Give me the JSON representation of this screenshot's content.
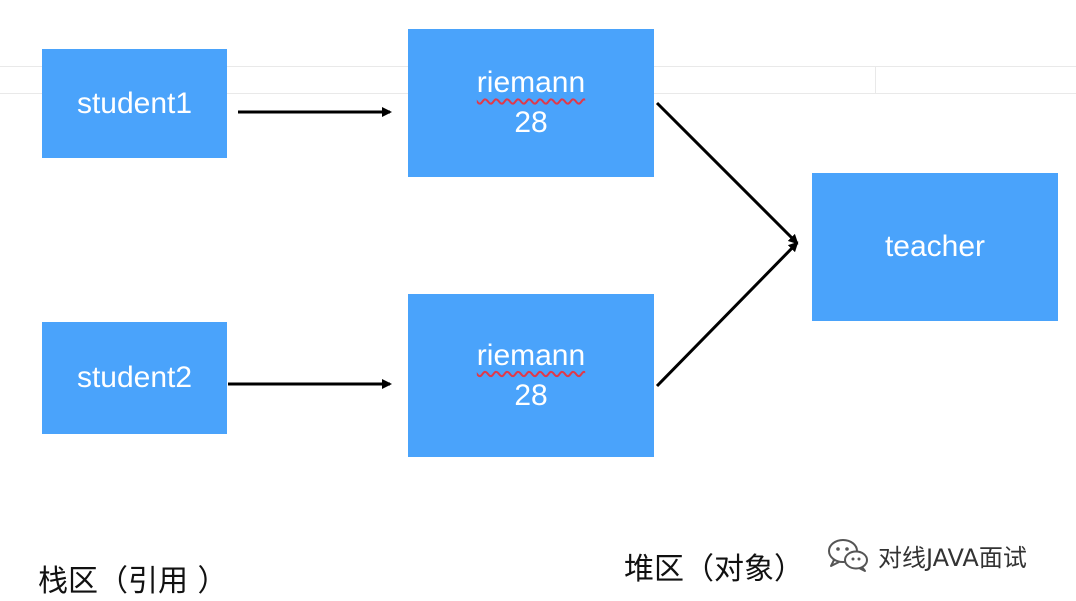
{
  "colors": {
    "box_fill": "#4aa3fb",
    "box_text": "#ffffff",
    "arrow": "#000000"
  },
  "stack": {
    "label": "栈区（引用 ）",
    "refs": [
      {
        "name": "student1"
      },
      {
        "name": "student2"
      }
    ]
  },
  "heap": {
    "label": "堆区（对象）",
    "objects": [
      {
        "name": "riemann",
        "age": "28"
      },
      {
        "name": "riemann",
        "age": "28"
      }
    ],
    "shared": "teacher"
  },
  "watermark": {
    "text": "对线JAVA面试",
    "icon": "wechat-icon"
  }
}
